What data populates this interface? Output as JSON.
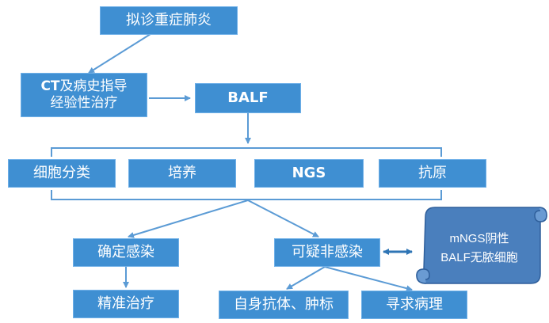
{
  "nodes": {
    "suspect": "拟诊重症肺炎",
    "ct_line1_prefix": "CT",
    "ct_line1_rest": "及病史指导",
    "ct_line2": "经验性治疗",
    "balf": "BALF",
    "cell_class": "细胞分类",
    "culture": "培养",
    "ngs": "NGS",
    "antigen": "抗原",
    "confirmed": "确定感染",
    "precision": "精准治疗",
    "suspect_noninfect": "可疑非感染",
    "autoantibody": "自身抗体、肿标",
    "pathology": "寻求病理"
  },
  "note": {
    "line1": "mNGS阴性",
    "line2": "BALF无脓细胞"
  },
  "colors": {
    "box_fill": "#3f8fd2",
    "box_border": "#6fb0e8",
    "connector": "#5b9bd5",
    "scroll_fill": "#4a7fbd",
    "scroll_border": "#2f5f9b"
  }
}
